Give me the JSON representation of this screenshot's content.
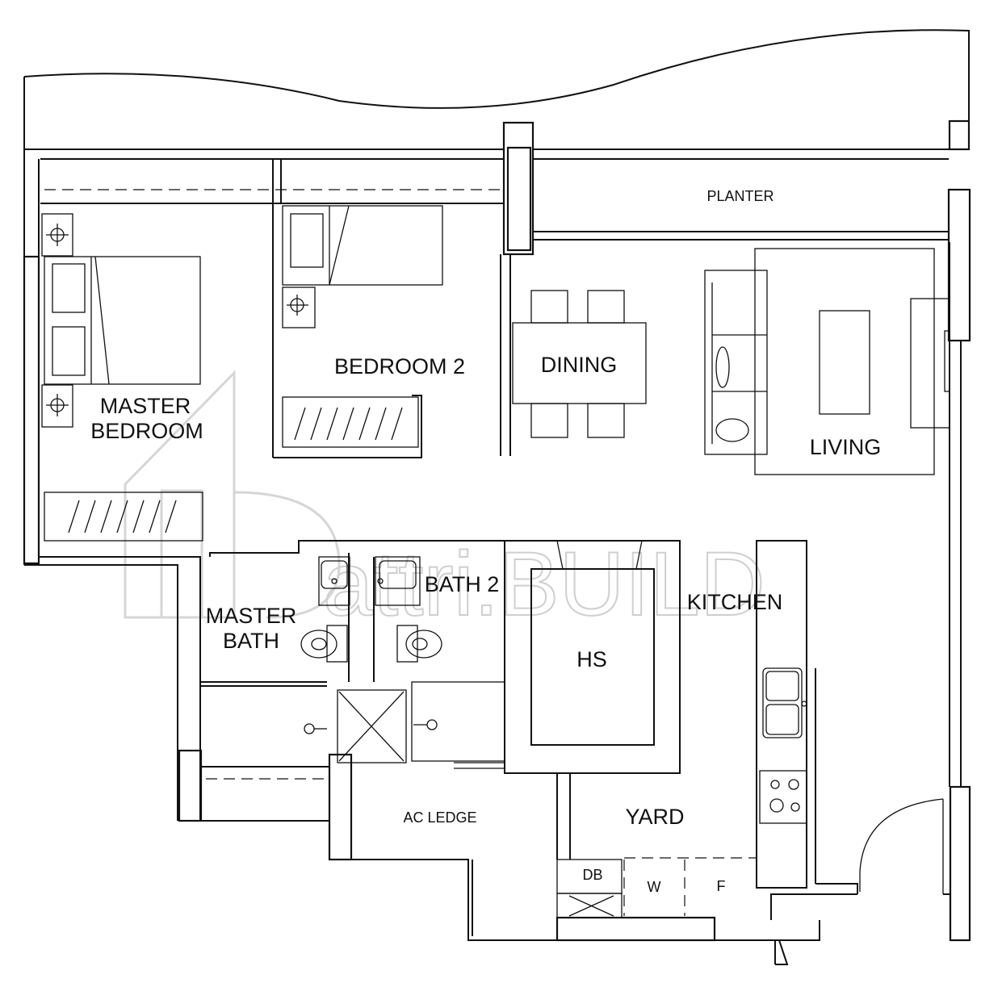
{
  "plan": {
    "rooms": {
      "planter": "PLANTER",
      "bedroom2": "BEDROOM 2",
      "dining": "DINING",
      "master_bedroom_line1": "MASTER",
      "master_bedroom_line2": "BEDROOM",
      "living": "LIVING",
      "bath2": "BATH 2",
      "kitchen": "KITCHEN",
      "master_bath_line1": "MASTER",
      "master_bath_line2": "BATH",
      "hs": "HS",
      "ac_ledge": "AC LEDGE",
      "yard": "YARD",
      "db": "DB",
      "washer": "W",
      "fridge": "F"
    },
    "watermark": "attri.BUILD"
  },
  "colors": {
    "line": "#111111",
    "watermark": "#d0d0d0",
    "background": "#ffffff"
  }
}
